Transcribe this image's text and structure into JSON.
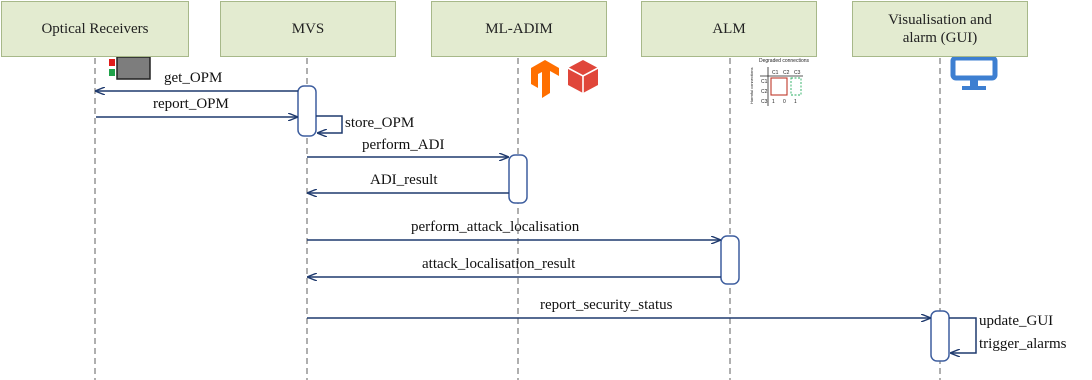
{
  "participants": [
    {
      "id": "optical",
      "label": "Optical Receivers"
    },
    {
      "id": "mvs",
      "label": "MVS"
    },
    {
      "id": "mladim",
      "label": "ML-ADIM"
    },
    {
      "id": "alm",
      "label": "ALM"
    },
    {
      "id": "gui",
      "label": "Visualisation and alarm (GUI)"
    }
  ],
  "messages": {
    "get_opm": "get_OPM",
    "report_opm": "report_OPM",
    "store_opm": "store_OPM",
    "perform_adi": "perform_ADI",
    "adi_result": "ADI_result",
    "perform_attack_localisation": "perform_attack_localisation",
    "attack_localisation_result": "attack_localisation_result",
    "report_security_status": "report_security_status",
    "update_gui": "update_GUI",
    "trigger_alarms": "trigger_alarms"
  },
  "icons": {
    "optical": "optical-receiver-device-icon",
    "tensorflow": "tensorflow-icon",
    "cube": "red-cube-icon",
    "matrix": "connection-matrix-icon",
    "monitor": "monitor-icon"
  },
  "matrix_icon": {
    "title": "Degraded connections",
    "row_heading": "Harmful connections",
    "col_headers": [
      "C1",
      "C2",
      "C3"
    ],
    "row_headers": [
      "C1",
      "C2",
      "C3"
    ],
    "bottom_row": [
      "1",
      "0",
      "1"
    ]
  },
  "colors": {
    "box_fill": "#e3ebd0",
    "box_border": "#a7b889",
    "arrow": "#1f3a6e",
    "activation": "#3f5f9f",
    "lifeline": "#7a7a7a",
    "tensorflow": "#ff6f00",
    "cube": "#e0463a",
    "monitor": "#3d7fd1"
  }
}
